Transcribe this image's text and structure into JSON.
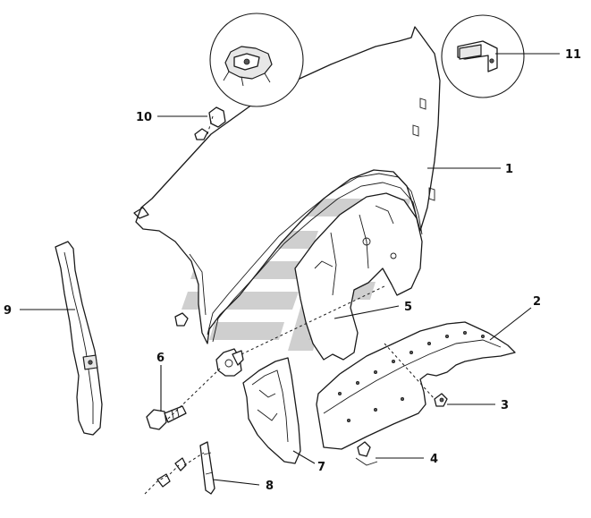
{
  "callouts": [
    {
      "id": "1",
      "label": "1"
    },
    {
      "id": "2",
      "label": "2"
    },
    {
      "id": "3",
      "label": "3"
    },
    {
      "id": "4",
      "label": "4"
    },
    {
      "id": "5",
      "label": "5"
    },
    {
      "id": "6",
      "label": "6"
    },
    {
      "id": "7",
      "label": "7"
    },
    {
      "id": "8",
      "label": "8"
    },
    {
      "id": "9",
      "label": "9"
    },
    {
      "id": "10",
      "label": "10"
    },
    {
      "id": "11",
      "label": "11"
    }
  ],
  "colors": {
    "line": "#1a1a1a",
    "watermark": "#bfbfbf",
    "background": "#ffffff"
  }
}
